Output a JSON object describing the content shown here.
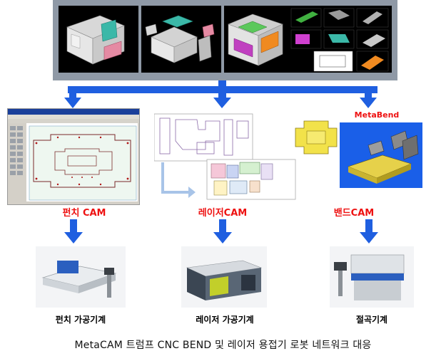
{
  "labels": {
    "punch_cam": "펀치 CAM",
    "laser_cam": "레이저CAM",
    "bend_cam": "밴드CAM",
    "metabend": "MetaBend"
  },
  "machines": {
    "punch": "펀치 가공기계",
    "laser": "레이저 가공기계",
    "bend": "절곡기계"
  },
  "caption": "MetaCAM 트럼프 CNC BEND 및 레이저 용접기 로봇 네트워크 대응",
  "colors": {
    "arrow_blue": "#1f5fe0",
    "label_red": "#ee1111",
    "banner_gray": "#8f99a6"
  }
}
